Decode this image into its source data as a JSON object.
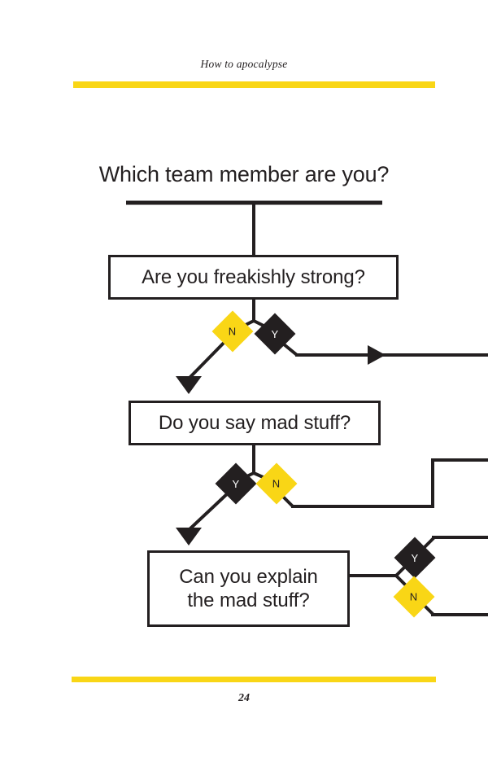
{
  "page": {
    "running_head": "How to apocalypse",
    "folio": "24",
    "rule_color": "#f9d616",
    "ink_color": "#231f20",
    "background": "#ffffff"
  },
  "chart_data": {
    "type": "diagram",
    "diagram_kind": "flowchart",
    "title": "Which team member are you?",
    "nodes": [
      {
        "id": "q1",
        "label": "Are you freakishly strong?",
        "shape": "rectangle"
      },
      {
        "id": "q2",
        "label": "Do you say mad stuff?",
        "shape": "rectangle"
      },
      {
        "id": "q3",
        "label": "Can you explain\nthe mad stuff?",
        "shape": "rectangle",
        "line1": "Can you explain",
        "line2": "the mad stuff?"
      }
    ],
    "decision_markers": [
      {
        "from": "q1",
        "answer": "N",
        "fill": "#f9d616",
        "text_color": "#231f20",
        "direction": "down-left",
        "target": "q2"
      },
      {
        "from": "q1",
        "answer": "Y",
        "fill": "#231f20",
        "text_color": "#ffffff",
        "direction": "right",
        "target": "off-page-right"
      },
      {
        "from": "q2",
        "answer": "Y",
        "fill": "#231f20",
        "text_color": "#ffffff",
        "direction": "down-left",
        "target": "q3"
      },
      {
        "from": "q2",
        "answer": "N",
        "fill": "#f9d616",
        "text_color": "#231f20",
        "direction": "right-up",
        "target": "off-page-right"
      },
      {
        "from": "q3",
        "answer": "Y",
        "fill": "#231f20",
        "text_color": "#ffffff",
        "direction": "right-up",
        "target": "off-page-right"
      },
      {
        "from": "q3",
        "answer": "N",
        "fill": "#f9d616",
        "text_color": "#231f20",
        "direction": "right-down",
        "target": "off-page-right"
      }
    ],
    "labels": {
      "yes": "Y",
      "no": "N"
    },
    "note": "Flowchart continues off the right edge of the page"
  }
}
